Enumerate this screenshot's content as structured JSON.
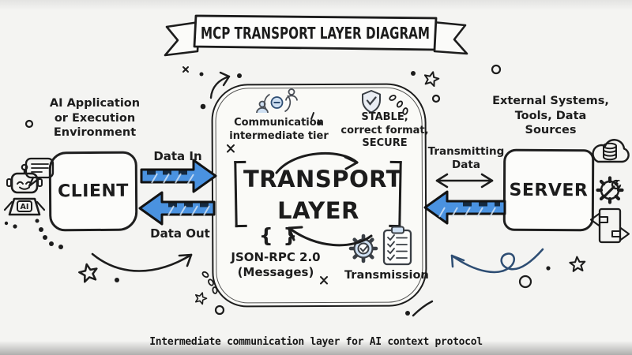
{
  "title": "MCP TRANSPORT LAYER DIAGRAM",
  "caption": "Intermediate communication layer for AI context protocol",
  "client": {
    "label": "CLIENT",
    "description": "AI Application\nor Execution\nEnvironment",
    "robot_badge": "AI"
  },
  "server": {
    "label": "SERVER",
    "description": "External Systems,\nTools, Data\nSources"
  },
  "transport": {
    "title": "TRANSPORT\nLAYER",
    "communication_note": "Communication\nintermediate tier",
    "quality_note": "STABLE,\ncorrect format,\nSECURE",
    "braces_glyph": "{ }",
    "protocol_note": "JSON-RPC 2.0\n(Messages)",
    "transmission_label": "Transmission"
  },
  "flows": {
    "data_in_label": "Data In",
    "data_out_label": "Data Out",
    "transmitting_label": "Transmitting\nData"
  },
  "icons": {
    "client_side": [
      "ai-robot-icon",
      "speech-bubble-icon"
    ],
    "transport_top": [
      "communication-sync-icon",
      "shield-check-icon"
    ],
    "transport_bottom": [
      "curly-braces-icon",
      "gear-check-icon",
      "clipboard-checklist-icon"
    ],
    "server_side": [
      "cloud-database-icon",
      "gear-wrench-icon",
      "document-sync-icon"
    ]
  },
  "colors": {
    "background": "#f4f4f2",
    "ink": "#1c1c1c",
    "arrow_blue": "#4a92e0",
    "icon_blue": "#cfe0f2",
    "swoosh_blue": "#2d4d73"
  }
}
